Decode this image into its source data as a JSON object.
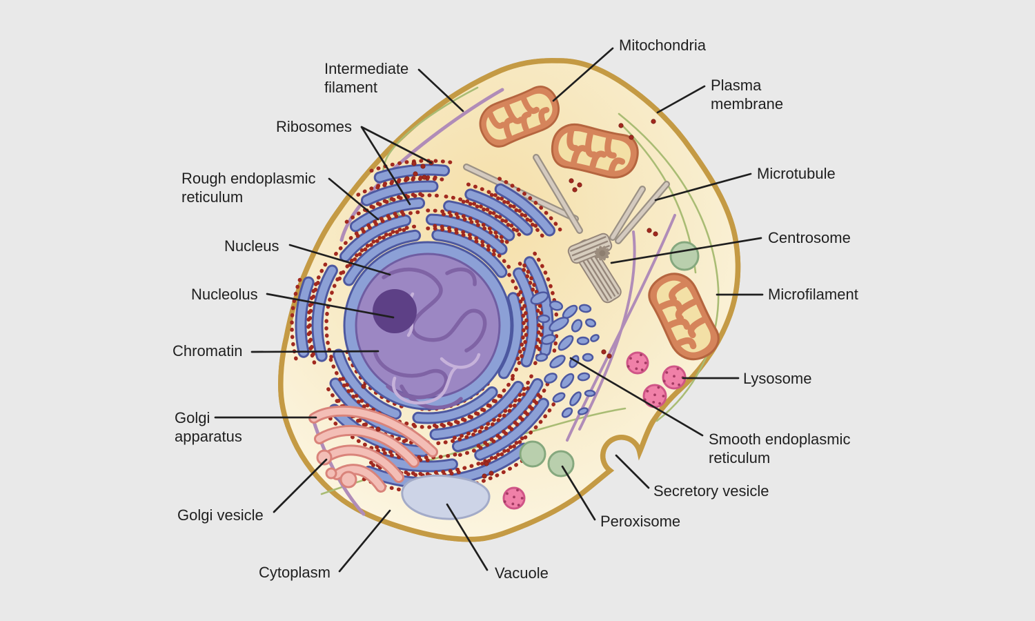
{
  "figure": {
    "type": "labeled-diagram",
    "subject": "Animal cell anatomy"
  },
  "labels": {
    "intermediate_filament": {
      "line1": "Intermediate",
      "line2": "filament"
    },
    "mitochondria": {
      "line1": "Mitochondria"
    },
    "plasma_membrane": {
      "line1": "Plasma",
      "line2": "membrane"
    },
    "ribosomes": {
      "line1": "Ribosomes"
    },
    "rough_er": {
      "line1": "Rough endoplasmic",
      "line2": "reticulum"
    },
    "microtubule": {
      "line1": "Microtubule"
    },
    "nucleus": {
      "line1": "Nucleus"
    },
    "centrosome": {
      "line1": "Centrosome"
    },
    "nucleolus": {
      "line1": "Nucleolus"
    },
    "microfilament": {
      "line1": "Microfilament"
    },
    "chromatin": {
      "line1": "Chromatin"
    },
    "lysosome": {
      "line1": "Lysosome"
    },
    "golgi_apparatus": {
      "line1": "Golgi",
      "line2": "apparatus"
    },
    "smooth_er": {
      "line1": "Smooth endoplasmic",
      "line2": "reticulum"
    },
    "golgi_vesicle": {
      "line1": "Golgi vesicle"
    },
    "secretory_vesicle": {
      "line1": "Secretory vesicle"
    },
    "peroxisome": {
      "line1": "Peroxisome"
    },
    "cytoplasm": {
      "line1": "Cytoplasm"
    },
    "vacuole": {
      "line1": "Vacuole"
    }
  },
  "colors": {
    "background": "#e9e9e9",
    "membrane": "#c49a44",
    "membrane_inner": "#ead397",
    "cytoplasm_center": "#f5dfa9",
    "cytoplasm_mid": "#f8ecca",
    "cytoplasm_edge": "#fdf8e8",
    "er_fill": "#8ca0d6",
    "er_outline": "#4d58a0",
    "ribosome": "#a1291f",
    "nucleoplasm": "#9c87c3",
    "nucleus_outline": "#6f5da2",
    "nucleolus": "#5d4086",
    "mito_body": "#d5845b",
    "mito_edge": "#b5653f",
    "mito_inner": "#f3e0a6",
    "golgi_fill": "#f3beb6",
    "golgi_outline": "#d9837a",
    "vacuole_fill": "#cdd4e7",
    "vacuole_outline": "#a3abc8",
    "lysosome_fill": "#f080a8",
    "lysosome_outline": "#cf5587",
    "lysosome_dot": "#a33a62",
    "peroxisome_fill": "#b9cfad",
    "peroxisome_outline": "#85a87e",
    "microtubule_rod": "#cfc5ba",
    "intermediate_filament": "#b08cb8",
    "microfilament_line": "#a9bc74",
    "label_text": "#1f1f1f"
  }
}
